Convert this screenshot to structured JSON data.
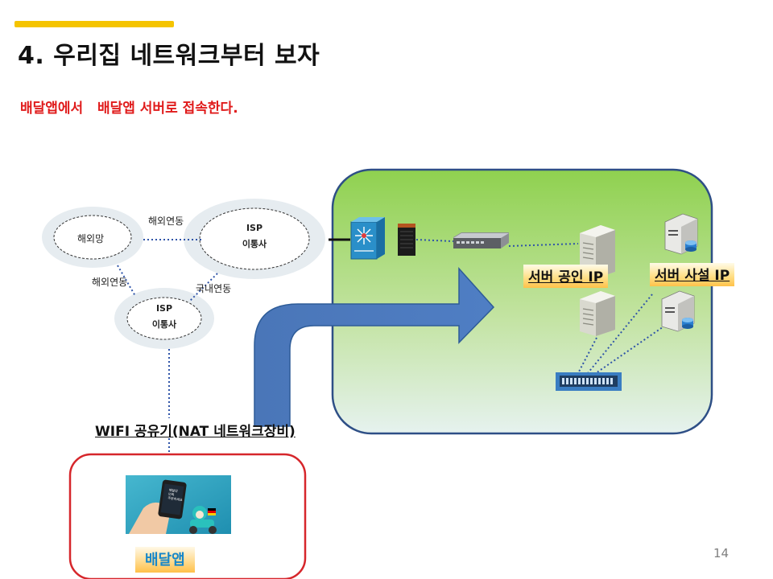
{
  "slide": {
    "title": "4. 우리집 네트워크부터 보자",
    "subtitle": "배달앱에서   배달앱 서버로 접속한다.",
    "page_number": "14",
    "accent_color": "#f5c400",
    "subtitle_color": "#e01b1b"
  },
  "network": {
    "overseas_net": "해외망",
    "isp_top": {
      "line1": "ISP",
      "line2": "이통사"
    },
    "isp_bottom": {
      "line1": "ISP",
      "line2": "이통사"
    },
    "link_overseas_top": "해외연동",
    "link_overseas_left": "해외연동",
    "link_domestic": "국내연동"
  },
  "datacenter": {
    "server_public_ip": "서버 공인 IP",
    "server_private_ip": "서버 사설 IP",
    "fill_top_color": "#8fd14f",
    "fill_bottom_color": "#e6f2ef",
    "border_color": "#2e4f86"
  },
  "wifi": {
    "label": "WIFI 공유기(NAT 네트워크장비)"
  },
  "app": {
    "name": "배달앱",
    "screen_text": [
      "배달의",
      "민족",
      "주문하세요"
    ],
    "frame_color": "#d6262b"
  },
  "icons": [
    "core-switch-icon",
    "firewall-icon",
    "router-icon",
    "server-tower-icon",
    "database-server-icon",
    "switch-hub-icon",
    "smartphone-icon",
    "delivery-rider-icon"
  ]
}
